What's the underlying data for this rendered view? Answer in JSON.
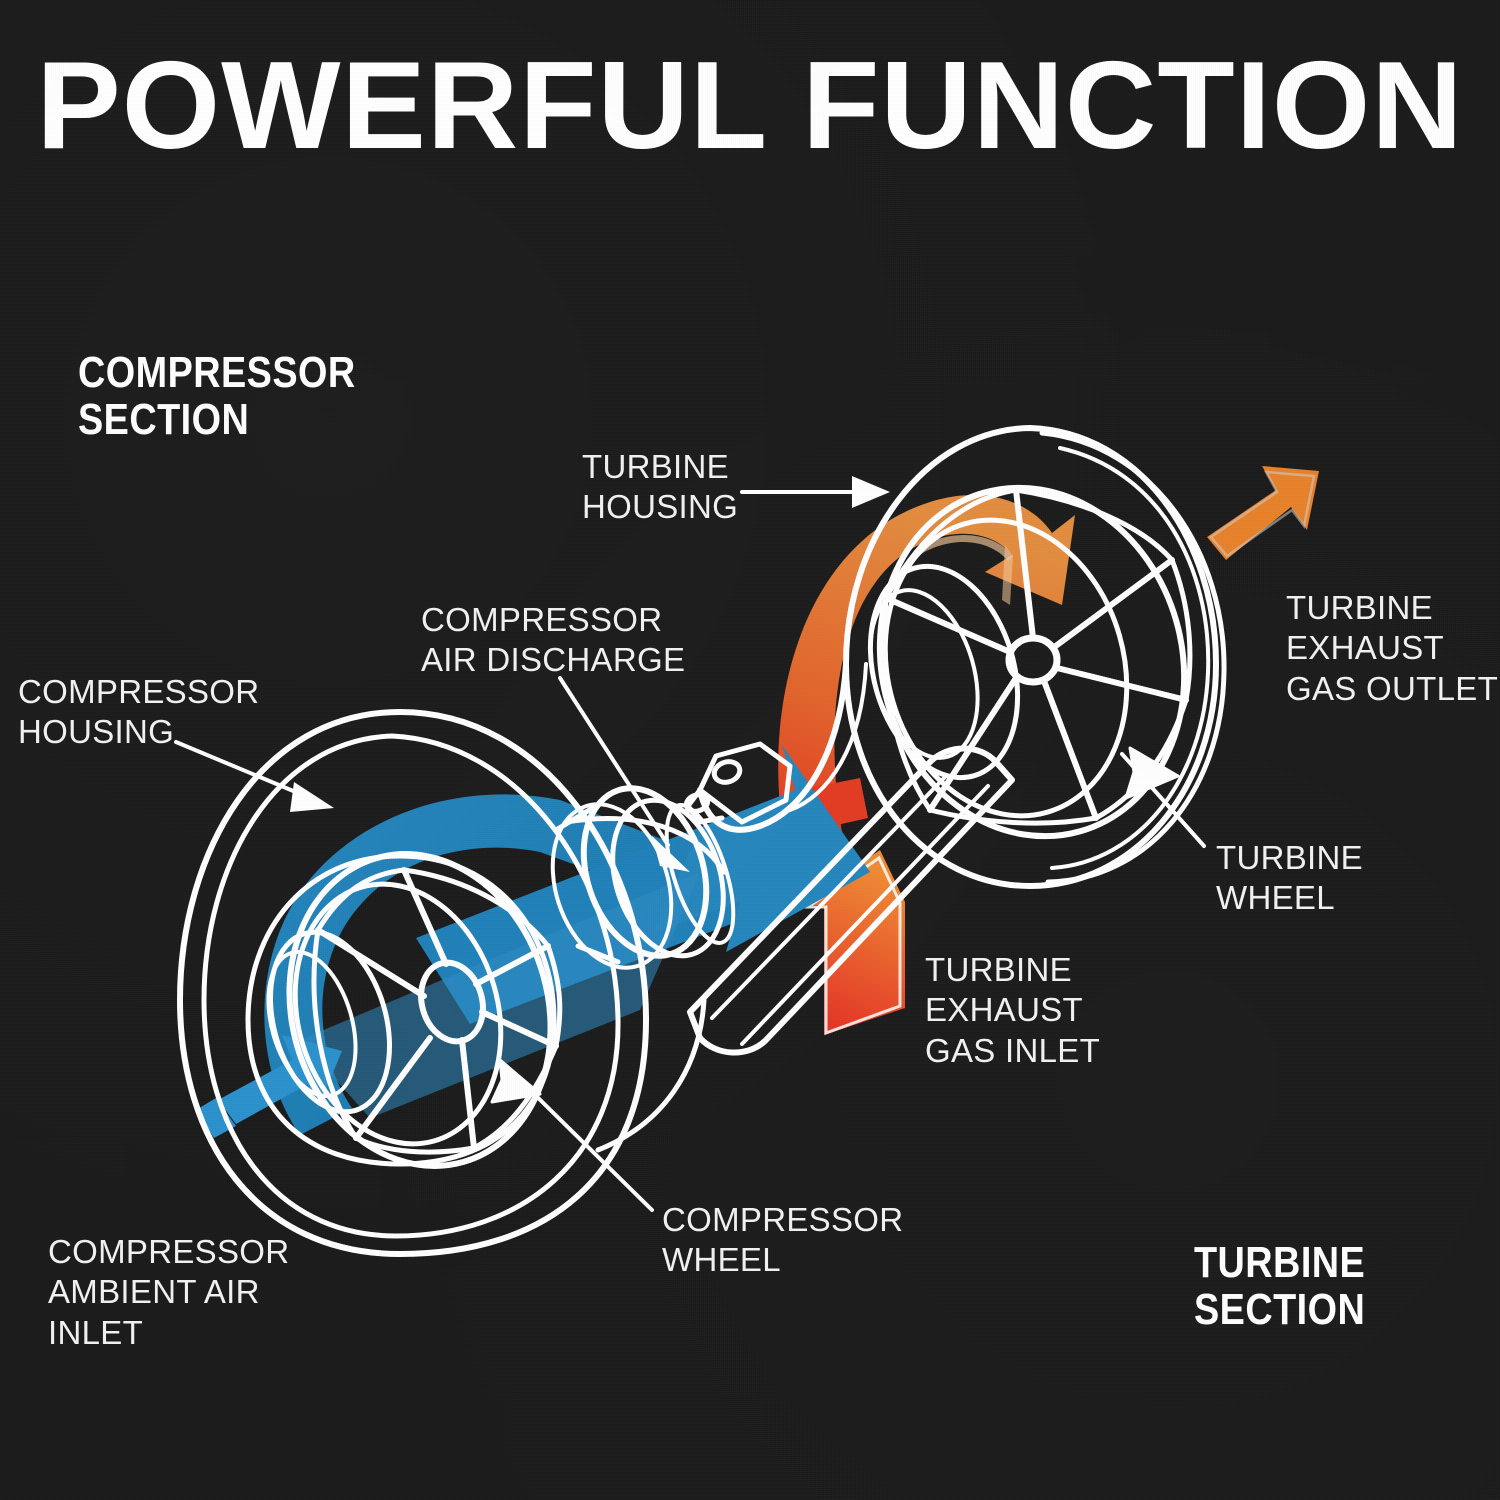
{
  "poster": {
    "title": "POWERFUL FUNCTION",
    "background_color": "#1b1b1b",
    "subject": "turbocharger cutaway diagram"
  },
  "colors": {
    "background": "#1b1b1b",
    "line": "#ffffff",
    "text": "#f2f2f2",
    "compressor_air_blue": "#1f80b8",
    "compressor_air_blue_light": "#3ea3db",
    "turbine_gas_orange": "#e8822a",
    "turbine_gas_red": "#e32b24",
    "turbine_gas_orange_light": "#e89a4e"
  },
  "sections": [
    {
      "id": "compressor",
      "label": "COMPRESSOR\nSECTION"
    },
    {
      "id": "turbine",
      "label": "TURBINE\nSECTION"
    }
  ],
  "callouts": [
    {
      "id": "turbine-housing",
      "label": "TURBINE\nHOUSING",
      "lines": 2,
      "points_to": "turbine housing volute"
    },
    {
      "id": "compressor-air-discharge",
      "label": "COMPRESSOR\nAIR DISCHARGE",
      "lines": 2,
      "points_to": "compressor outlet duct"
    },
    {
      "id": "compressor-housing",
      "label": "COMPRESSOR\nHOUSING",
      "lines": 2,
      "points_to": "compressor housing volute"
    },
    {
      "id": "turbine-exhaust-gas-outlet",
      "label": "TURBINE\nEXHAUST\nGAS OUTLET",
      "lines": 3,
      "points_to": "orange outlet arrow"
    },
    {
      "id": "turbine-wheel",
      "label": "TURBINE\nWHEEL",
      "lines": 2,
      "points_to": "turbine wheel blades"
    },
    {
      "id": "turbine-exhaust-gas-inlet",
      "label": "TURBINE\nEXHAUST\nGAS INLET",
      "lines": 3,
      "points_to": "red-orange inlet arrow"
    },
    {
      "id": "compressor-wheel",
      "label": "COMPRESSOR\nWHEEL",
      "lines": 2,
      "points_to": "compressor wheel blades"
    },
    {
      "id": "compressor-ambient-air-inlet",
      "label": "COMPRESSOR\nAMBIENT AIR\nINLET",
      "lines": 3,
      "points_to": "blue inlet arrow"
    }
  ],
  "flow_arrows": [
    {
      "id": "ambient-air-inlet-arrow",
      "color": "#1f80b8",
      "direction": "up-right",
      "meaning": "ambient air enters compressor"
    },
    {
      "id": "compressor-swirl-arrow",
      "color": "#1f80b8",
      "direction": "around-wheel",
      "meaning": "air compressed around volute"
    },
    {
      "id": "compressor-discharge-arrow",
      "color": "#1f80b8",
      "direction": "right",
      "meaning": "pressurised air discharged"
    },
    {
      "id": "exhaust-gas-inlet-arrow",
      "color": "#e32b24",
      "direction": "up",
      "meaning": "hot exhaust gas enters turbine"
    },
    {
      "id": "turbine-swirl-arrow",
      "color": "#e8822a",
      "direction": "around-wheel",
      "meaning": "gas spins turbine wheel"
    },
    {
      "id": "exhaust-gas-outlet-arrow",
      "color": "#e8822a",
      "direction": "up-right",
      "meaning": "spent gas exits turbine"
    }
  ]
}
